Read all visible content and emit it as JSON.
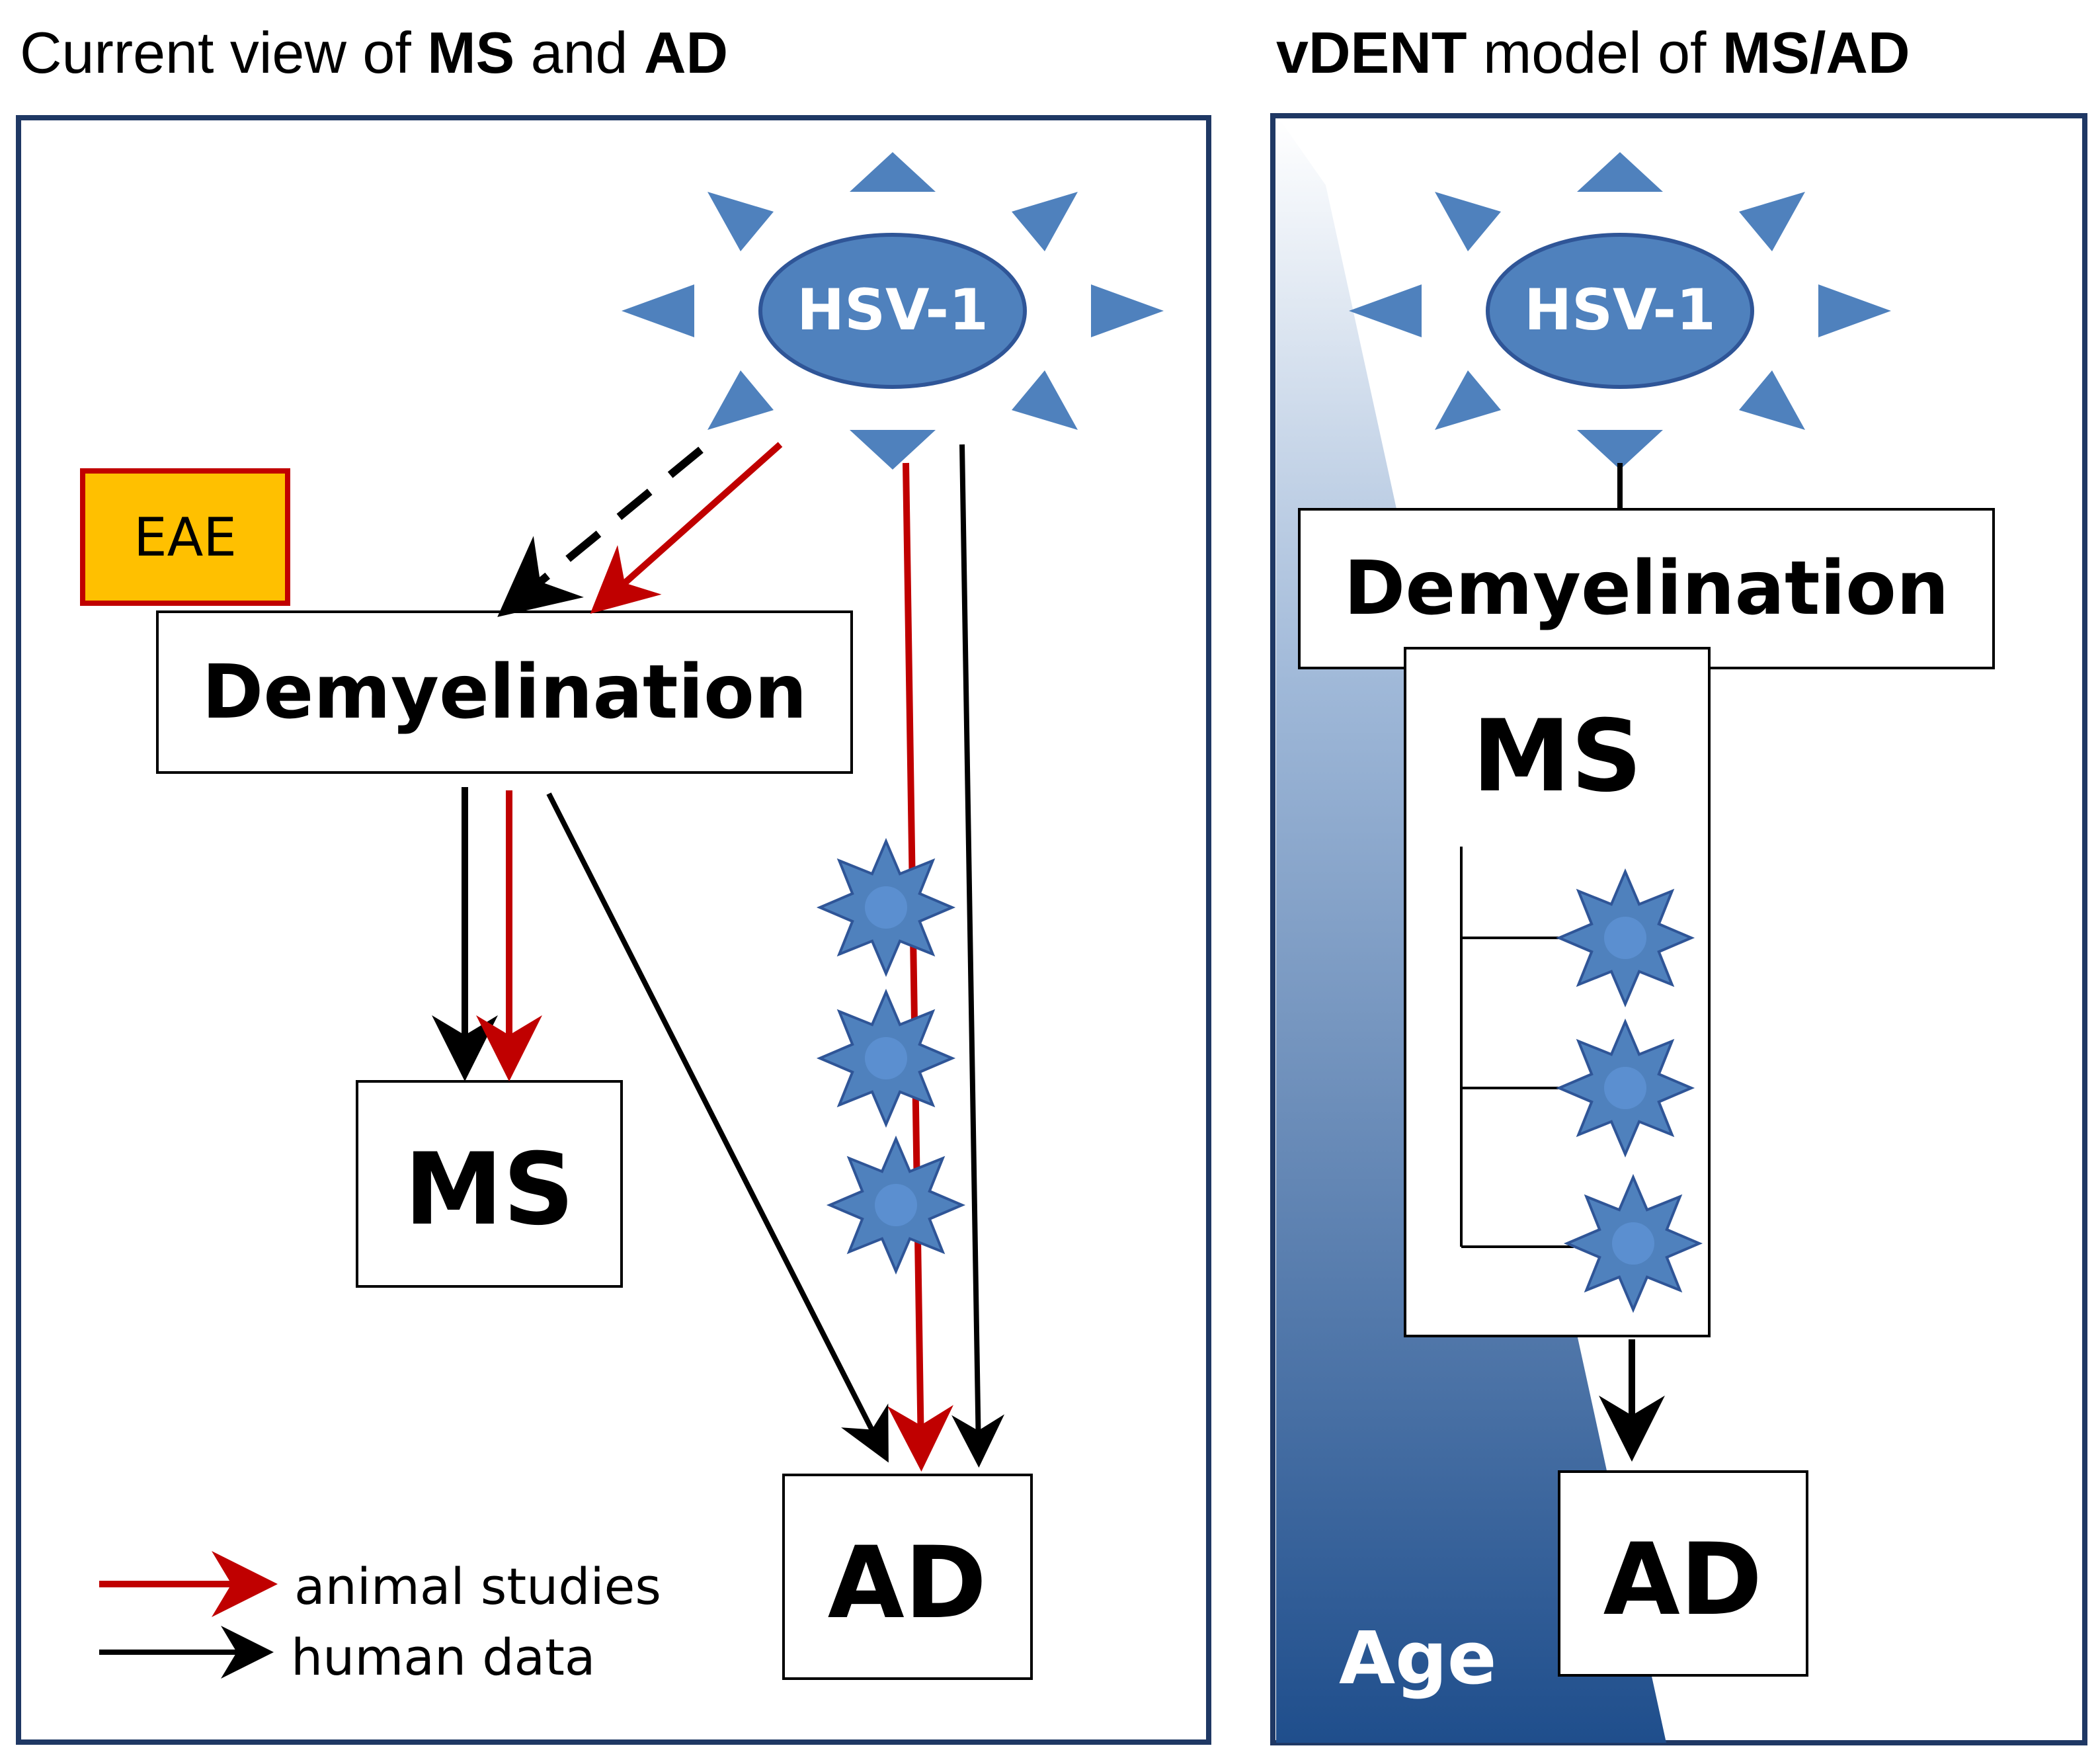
{
  "left_panel": {
    "title_prefix": "Current view of",
    "title_ms": "MS",
    "title_and": "and",
    "title_ad": "AD",
    "virus_label": "HSV-1",
    "eae_label": "EAE",
    "demyelination_label": "Demyelination",
    "ms_label": "MS",
    "ad_label": "AD",
    "legend": {
      "animal_label": "animal studies",
      "human_label": "human data",
      "animal_color": "#c00000",
      "human_color": "#000000"
    }
  },
  "right_panel": {
    "title_vdent": "vDENT",
    "title_model_of": "model of",
    "title_msad": "MS/AD",
    "virus_label": "HSV-1",
    "demyelination_label": "Demyelination",
    "ms_label": "MS",
    "ad_label": "AD",
    "age_label": "Age"
  },
  "colors": {
    "panel_border": "#1f3864",
    "virus_fill": "#4f81bd",
    "virus_stroke": "#2f5597",
    "eae_fill": "#ffc000",
    "eae_border": "#c00000",
    "arrow_red": "#c00000",
    "arrow_black": "#000000"
  }
}
